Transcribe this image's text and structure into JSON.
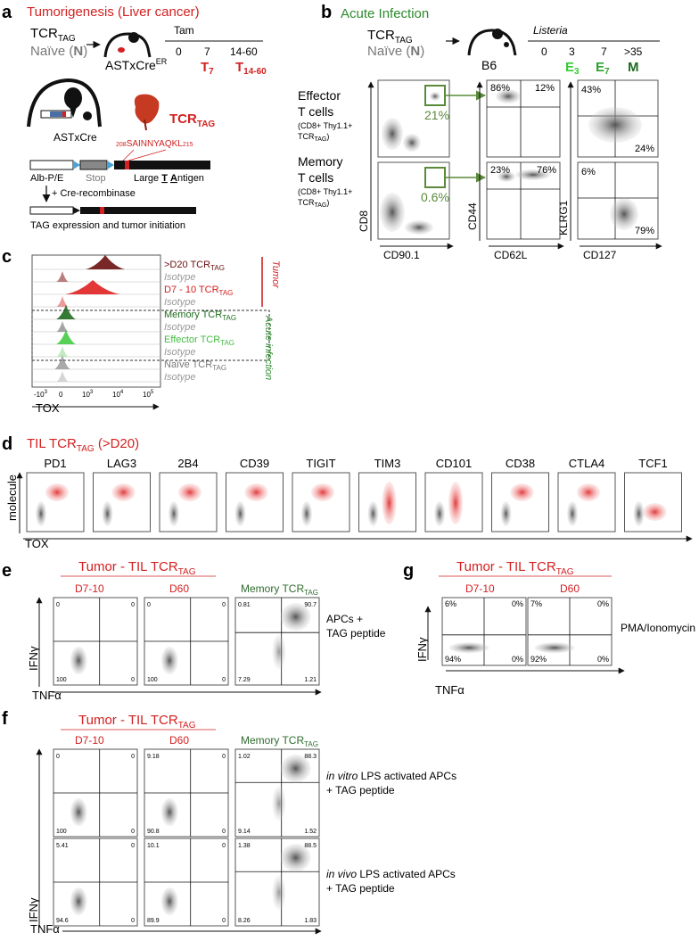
{
  "panel_labels": {
    "a": "a",
    "b": "b",
    "c": "c",
    "d": "d",
    "e": "e",
    "f": "f",
    "g": "g"
  },
  "colors": {
    "red": "#d32020",
    "green": "#2e8b2e",
    "light_green": "#33cc33",
    "dark_red": "#7a1010",
    "gray": "#888888"
  },
  "panel_a": {
    "title": "Tumorigenesis (Liver cancer)",
    "tcr": "TCR",
    "tcr_sub": "TAG",
    "naive": "Naïve (",
    "naive_n": "N",
    "naive_close": ")",
    "mouse": "ASTxCre",
    "mouse_sup": "ER",
    "tam": "Tam",
    "ticks": [
      "0",
      "7",
      "14-60"
    ],
    "t7": "T",
    "t7_sub": "7",
    "t1460": "T",
    "t1460_sub": "14-60",
    "mouse2": "ASTxCre",
    "tcr_big": "TCR",
    "tcr_big_sub": "TAG",
    "epitope_pre": "208",
    "epitope": "SAINNYAQKL",
    "epitope_post": "215",
    "alb": "Alb-P/E",
    "stop": "Stop",
    "large": "Large ",
    "t_u": "T",
    "sp": " ",
    "a_u": "A",
    "ntigen": "ntigen",
    "cre": "+ Cre-recombinase",
    "tag_expr": "TAG expression and tumor initiation"
  },
  "panel_b": {
    "title": "Acute Infection",
    "tcr": "TCR",
    "tcr_sub": "TAG",
    "naive": "Naïve (",
    "naive_n": "N",
    "naive_close": ")",
    "mouse": "B6",
    "listeria": "Listeria",
    "ticks": [
      "0",
      "3",
      "7",
      ">35"
    ],
    "e3": "E",
    "e3_sub": "3",
    "e7": "E",
    "e7_sub": "7",
    "m": "M",
    "effector": [
      "Effector",
      "T cells"
    ],
    "effector_sub": [
      "(CD8+ Thy1.1+",
      "TCR"
    ],
    "memory": [
      "Memory",
      "T cells"
    ],
    "memory_sub": [
      "(CD8+ Thy1.1+",
      "TCR"
    ],
    "sub_tag": "TAG",
    "sub_close": ")",
    "eff_gate": "21%",
    "mem_gate": "0.6%",
    "eff_cd44": [
      "86%",
      "12%"
    ],
    "mem_cd44": [
      "23%",
      "76%"
    ],
    "eff_klrg": [
      "43%",
      "24%"
    ],
    "mem_klrg": [
      "6%",
      "79%"
    ],
    "ax_cd8": "CD8",
    "ax_cd90": "CD90.1",
    "ax_cd44": "CD44",
    "ax_cd62l": "CD62L",
    "ax_klrg1": "KLRG1",
    "ax_cd127": "CD127"
  },
  "panel_c": {
    "rows": [
      {
        "label": ">D20 TCR",
        "sub": "TAG"
      },
      {
        "label": "Isotype",
        "sub": ""
      },
      {
        "label": "D7 - 10 TCR",
        "sub": "TAG"
      },
      {
        "label": "Isotype",
        "sub": ""
      },
      {
        "label": "Memory TCR",
        "sub": "TAG"
      },
      {
        "label": "Isotype",
        "sub": ""
      },
      {
        "label": "Effector TCR",
        "sub": "TAG"
      },
      {
        "label": "Isotype",
        "sub": ""
      },
      {
        "label": "Naïve TCR",
        "sub": "TAG"
      },
      {
        "label": "Isotype",
        "sub": ""
      }
    ],
    "tumor": "Tumor",
    "acute": "Acute infection",
    "xlabel": "TOX",
    "ticks": [
      "-10",
      "3",
      "0",
      "10",
      "3",
      "10",
      "4",
      "10",
      "5"
    ]
  },
  "panel_d": {
    "title": "TIL TCR",
    "title_sub": "TAG",
    "title_post": " (>D20)",
    "molecules": [
      "PD1",
      "LAG3",
      "2B4",
      "CD39",
      "TIGIT",
      "TIM3",
      "CD101",
      "CD38",
      "CTLA4",
      "TCF1"
    ],
    "ylabel": "molecule",
    "xlabel": "TOX"
  },
  "panel_e": {
    "title": "Tumor - TIL TCR",
    "title_sub": "TAG",
    "cols": [
      "D7-10",
      "D60"
    ],
    "memory": "Memory TCR",
    "memory_sub": "TAG",
    "quad": [
      [
        "0",
        "0",
        "100",
        "0"
      ],
      [
        "0",
        "0",
        "100",
        "0"
      ],
      [
        "0.81",
        "90.7",
        "7.29",
        "1.21"
      ]
    ],
    "note": [
      "APCs +",
      "TAG peptide"
    ],
    "ylabel": "IFN",
    "ylabel_g": "γ",
    "xlabel": "TNF",
    "xlabel_a": "α"
  },
  "panel_f": {
    "title": "Tumor - TIL TCR",
    "title_sub": "TAG",
    "cols": [
      "D7-10",
      "D60"
    ],
    "memory": "Memory TCR",
    "memory_sub": "TAG",
    "quad_row1": [
      [
        "0",
        "0",
        "100",
        "0"
      ],
      [
        "9.18",
        "0",
        "90.8",
        "0"
      ],
      [
        "1.02",
        "88.3",
        "9.14",
        "1.52"
      ]
    ],
    "quad_row2": [
      [
        "5.41",
        "0",
        "94.6",
        "0"
      ],
      [
        "10.1",
        "0",
        "89.9",
        "0"
      ],
      [
        "1.38",
        "88.5",
        "8.26",
        "1.83"
      ]
    ],
    "note1": [
      "in vitro",
      " LPS activated APCs",
      "+ TAG peptide"
    ],
    "note2": [
      "in vivo",
      " LPS activated APCs",
      "+ TAG peptide"
    ],
    "ylabel": "IFN",
    "ylabel_g": "γ",
    "xlabel": "TNF",
    "xlabel_a": "α"
  },
  "panel_g": {
    "title": "Tumor - TIL TCR",
    "title_sub": "TAG",
    "cols": [
      "D7-10",
      "D60"
    ],
    "quad": [
      [
        "6%",
        "0%",
        "94%",
        "0%"
      ],
      [
        "7%",
        "0%",
        "92%",
        "0%"
      ]
    ],
    "note": "PMA/Ionomycin",
    "ylabel": "IFN",
    "ylabel_g": "γ",
    "xlabel": "TNF",
    "xlabel_a": "α"
  }
}
